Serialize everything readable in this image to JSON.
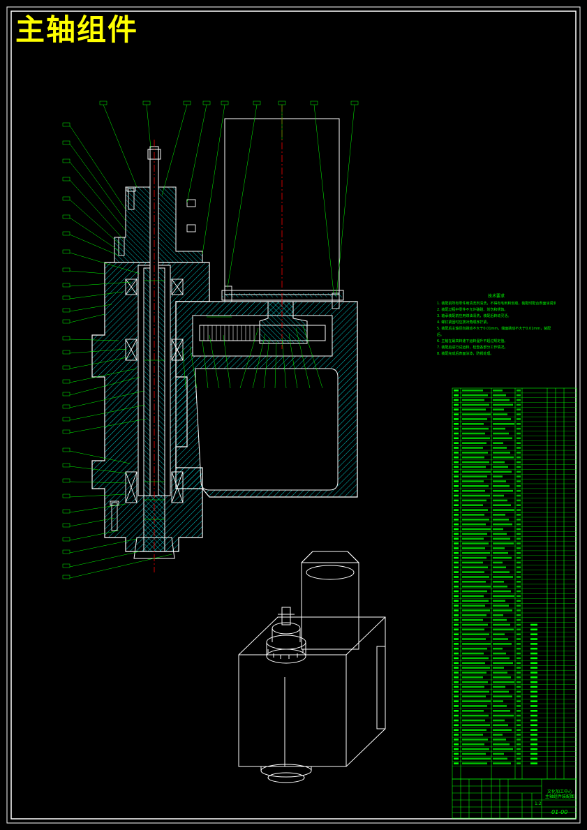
{
  "drawing": {
    "title": "主轴组件",
    "drawing_number": "01-00",
    "company_line_1": "文化加工中心",
    "company_line_2": "主轴组件装配图",
    "scale": "1:2"
  },
  "technical_notes": {
    "heading": "技术要求",
    "lines": [
      "1. 装配前所有零件用清洗剂清洗，不得有毛刺和划痕，装配时配合表面涂润滑油。",
      "2. 装配过程中零件不允许磕碰、划伤和锈蚀。",
      "3. 轴承装配前应用煤油清洗，装配后转动灵活。",
      "4. 螺钉紧固时应按对角顺序拧紧。",
      "5. 装配后主轴径向跳动不大于0.01mm，端面跳动不大于0.01mm，装配",
      "后。",
      "6. 主轴在最高转速下运转温升不超过规定值。",
      "7. 装配后进行试运转，检查各部分工作情况。",
      "8. 装配完成后表面涂漆，防锈处理。"
    ]
  },
  "colors": {
    "background": "#000000",
    "outline": "#ffffff",
    "leaders": "#00ff00",
    "centerline": "#ff0000",
    "hatch": "#00ffff",
    "title": "#ffff00"
  }
}
